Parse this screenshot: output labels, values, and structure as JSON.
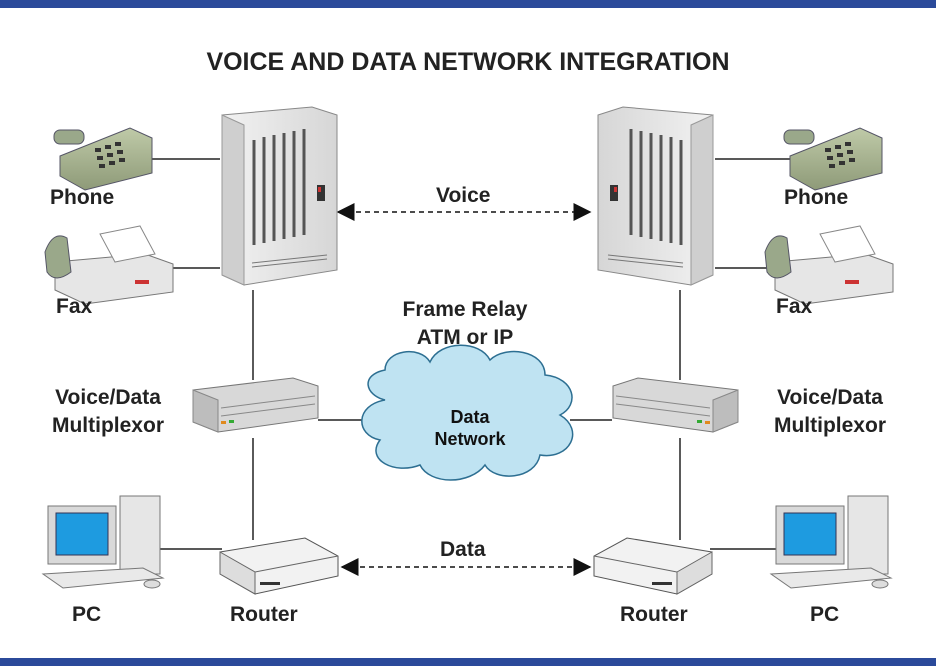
{
  "title": "VOICE AND DATA NETWORK INTEGRATION",
  "colors": {
    "frame_bar": "#2b4a9a",
    "cloud_fill": "#bfe3f2",
    "cloud_stroke": "#2d6f92",
    "screen": "#1e9be0"
  },
  "labels": {
    "phone_left": "Phone",
    "phone_right": "Phone",
    "fax_left": "Fax",
    "fax_right": "Fax",
    "voice_link": "Voice",
    "network_types": [
      "Frame Relay",
      "ATM or IP"
    ],
    "mux_left": [
      "Voice/Data",
      "Multiplexor"
    ],
    "mux_right": [
      "Voice/Data",
      "Multiplexor"
    ],
    "cloud": [
      "Data",
      "Network"
    ],
    "data_link": "Data",
    "pc_left": "PC",
    "pc_right": "PC",
    "router_left": "Router",
    "router_right": "Router"
  },
  "icons": [
    "phone-icon",
    "fax-icon",
    "pbx-rack-icon",
    "multiplexor-icon",
    "cloud-icon",
    "router-icon",
    "pc-icon"
  ]
}
